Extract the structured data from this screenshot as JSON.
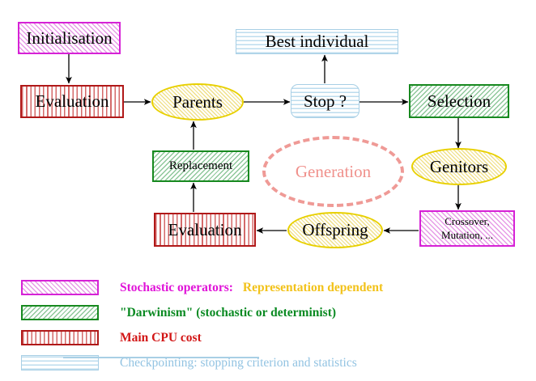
{
  "diagram": {
    "title": "Evolutionary algorithm cycle",
    "nodes": {
      "initialisation": {
        "label": "Initialisation",
        "style": "stochastic-operator"
      },
      "evaluation_top": {
        "label": "Evaluation",
        "style": "main-cpu-cost"
      },
      "parents": {
        "label": "Parents",
        "style": "representation-dependent"
      },
      "best_individual": {
        "label": "Best individual",
        "style": "checkpointing"
      },
      "stop": {
        "label": "Stop ?",
        "style": "checkpointing"
      },
      "selection": {
        "label": "Selection",
        "style": "darwinism"
      },
      "genitors": {
        "label": "Genitors",
        "style": "representation-dependent"
      },
      "crossover": {
        "label": "Crossover,\nMutation, ...",
        "style": "stochastic-operator"
      },
      "offspring": {
        "label": "Offspring",
        "style": "representation-dependent"
      },
      "evaluation_bottom": {
        "label": "Evaluation",
        "style": "main-cpu-cost"
      },
      "replacement": {
        "label": "Replacement",
        "style": "darwinism"
      },
      "generation": {
        "label": "Generation",
        "style": "generation-loop"
      }
    }
  },
  "legend": {
    "rows": [
      {
        "swatch": "magenta-diagonal-hatch",
        "text": "Stochastic operators:",
        "text2": "Representation dependent"
      },
      {
        "swatch": "green-diagonal-hatch",
        "text": "\"Darwinism\" (stochastic or determinist)",
        "text2": ""
      },
      {
        "swatch": "red-vertical-hatch",
        "text": "Main CPU cost",
        "text2": ""
      },
      {
        "swatch": "blue-horizontal-hatch",
        "text": "Checkpointing: stopping criterion and statistics",
        "text2": ""
      }
    ]
  },
  "colors": {
    "stochastic_operator_border": "#d622d6",
    "darwinism_border": "#17891f",
    "main_cpu_border": "#b01818",
    "checkpointing_border": "#a8cfe5",
    "representation_dependent_border": "#e8d000",
    "generation_loop": "#ef9a96",
    "legend_magenta": "#e014d8",
    "legend_gold": "#f2c21a",
    "legend_green": "#0a8a22",
    "legend_red": "#d21616",
    "legend_blue": "#92c3e2"
  }
}
